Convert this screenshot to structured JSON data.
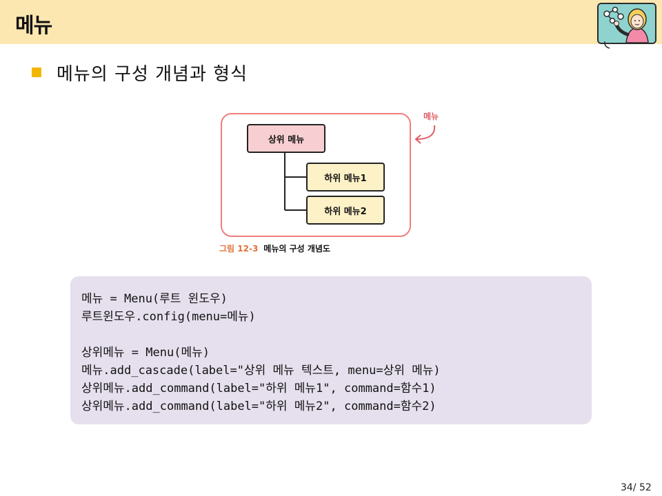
{
  "header": {
    "title": "메뉴"
  },
  "bullet": {
    "text": "메뉴의 구성 개념과 형식"
  },
  "figure": {
    "menu_label": "메뉴",
    "top_menu": "상위 메뉴",
    "sub_menu_1": "하위 메뉴1",
    "sub_menu_2": "하위 메뉴2",
    "caption_number": "그림 12-3",
    "caption_text": "메뉴의 구성 개념도"
  },
  "code": {
    "lines": [
      "메뉴 = Menu(루트 윈도우)",
      "루트윈도우.config(menu=메뉴)",
      "",
      "상위메뉴 = Menu(메뉴)",
      "메뉴.add_cascade(label=\"상위 메뉴 텍스트, menu=상위 메뉴)",
      "상위메뉴.add_command(label=\"하위 메뉴1\", command=함수1)",
      "상위메뉴.add_command(label=\"하위 메뉴2\", command=함수2)"
    ]
  },
  "footer": {
    "page": "34/ 52"
  },
  "colors": {
    "header_bg": "#fde7b1",
    "bullet": "#f2b705",
    "frame": "#ef7d7d",
    "code_bg": "#e6e0ee"
  },
  "icons": {
    "avatar": "presenter-character-icon"
  }
}
